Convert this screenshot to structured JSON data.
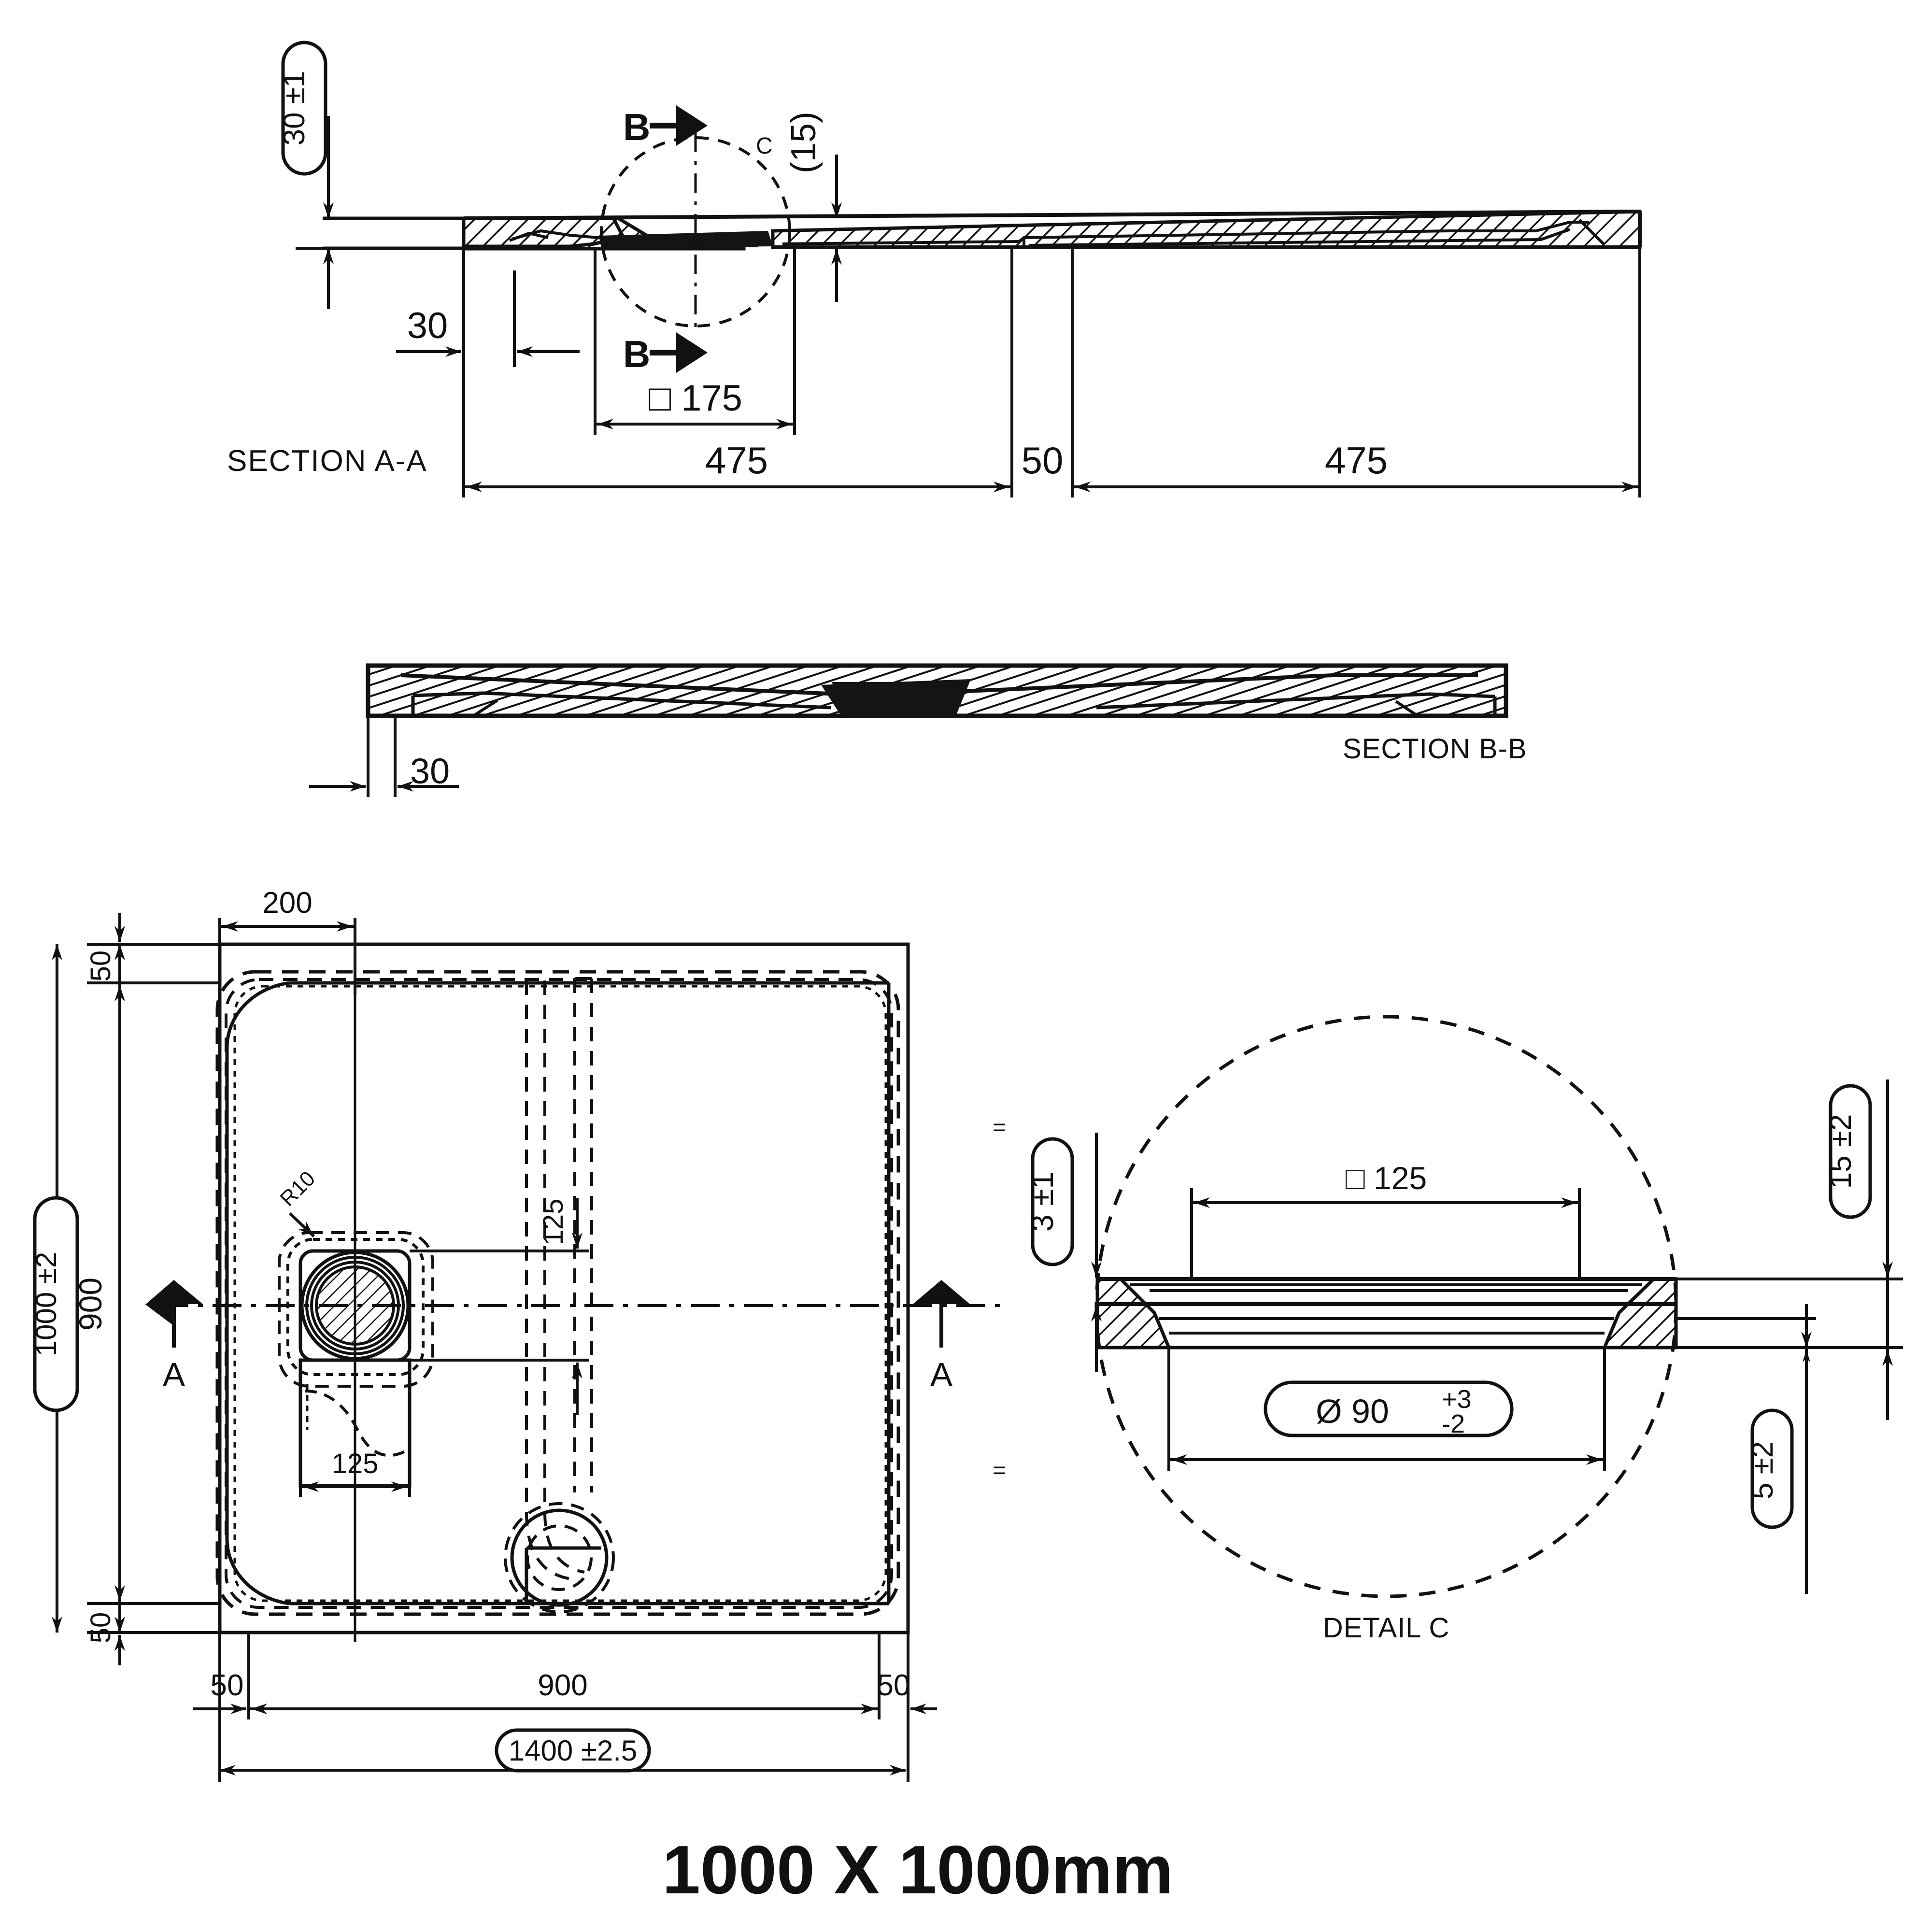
{
  "drawing": {
    "title": "1000 X 1000mm",
    "units": "mm",
    "views": [
      {
        "id": "section-aa",
        "label": "SECTION  A-A"
      },
      {
        "id": "section-bb",
        "label": "SECTION B-B"
      },
      {
        "id": "plan-view",
        "label": ""
      },
      {
        "id": "detail-c",
        "label": "DETAIL C"
      }
    ]
  },
  "section_aa": {
    "label": "SECTION  A-A",
    "dimensions": {
      "thickness_boxed": "30 ±1",
      "edge_offset": "30",
      "drain_square": "□ 175",
      "drop_boxed": "(15)",
      "left_span": "475",
      "center_span": "50",
      "right_span": "475"
    },
    "markers": {
      "section_arrow_top": "B",
      "section_arrow_bottom": "B",
      "detail_bubble": "C"
    }
  },
  "section_bb": {
    "label": "SECTION B-B",
    "dimensions": {
      "edge_offset": "30"
    }
  },
  "plan": {
    "dimensions": {
      "top_left_offset": "200",
      "top_edge": "50",
      "bottom_edge": "50",
      "overall_height_boxed": "1000 ±2",
      "inner_height": "900",
      "drain_from_top": "125",
      "drain_width": "125",
      "corner_radius": "R10",
      "left_margin": "50",
      "inner_width": "900",
      "right_margin": "50",
      "overall_width_boxed": "1400 ±2.5"
    },
    "markers": {
      "section_left": "A",
      "section_right": "A"
    }
  },
  "detail_c": {
    "label": "DETAIL C",
    "dimensions": {
      "lip_height_boxed": "3 ±1",
      "square_width": "□  125",
      "bore_boxed_value": "Ø 90",
      "bore_tol_plus": "+3",
      "bore_tol_minus": "-2",
      "depth_boxed": "15 ±2",
      "flange_boxed": "5 ±2"
    }
  },
  "style": {
    "line_color": "#111111",
    "fill_solid": "#141414",
    "background": "#ffffff"
  }
}
